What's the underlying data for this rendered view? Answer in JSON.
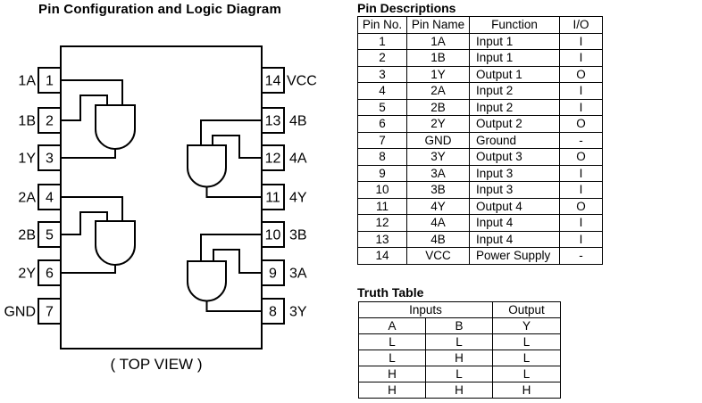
{
  "colors": {
    "ink": "#000000",
    "background": "#ffffff"
  },
  "diagram": {
    "title": "Pin Configuration and Logic Diagram",
    "caption": "( TOP VIEW )",
    "left_pins": [
      {
        "name": "1A",
        "number": "1"
      },
      {
        "name": "1B",
        "number": "2"
      },
      {
        "name": "1Y",
        "number": "3"
      },
      {
        "name": "2A",
        "number": "4"
      },
      {
        "name": "2B",
        "number": "5"
      },
      {
        "name": "2Y",
        "number": "6"
      },
      {
        "name": "GND",
        "number": "7"
      }
    ],
    "right_pins": [
      {
        "name": "VCC",
        "number": "14"
      },
      {
        "name": "4B",
        "number": "13"
      },
      {
        "name": "4A",
        "number": "12"
      },
      {
        "name": "4Y",
        "number": "11"
      },
      {
        "name": "3B",
        "number": "10"
      },
      {
        "name": "3A",
        "number": "9"
      },
      {
        "name": "3Y",
        "number": "8"
      }
    ]
  },
  "pin_descriptions": {
    "title": "Pin Descriptions",
    "headers": {
      "pin_no": "Pin No.",
      "pin_name": "Pin Name",
      "function": "Function",
      "io": "I/O"
    },
    "rows": [
      {
        "no": "1",
        "name": "1A",
        "function": "Input 1",
        "io": "I"
      },
      {
        "no": "2",
        "name": "1B",
        "function": "Input 1",
        "io": "I"
      },
      {
        "no": "3",
        "name": "1Y",
        "function": "Output 1",
        "io": "O"
      },
      {
        "no": "4",
        "name": "2A",
        "function": "Input 2",
        "io": "I"
      },
      {
        "no": "5",
        "name": "2B",
        "function": "Input 2",
        "io": "I"
      },
      {
        "no": "6",
        "name": "2Y",
        "function": "Output 2",
        "io": "O"
      },
      {
        "no": "7",
        "name": "GND",
        "function": "Ground",
        "io": "-"
      },
      {
        "no": "8",
        "name": "3Y",
        "function": "Output 3",
        "io": "O"
      },
      {
        "no": "9",
        "name": "3A",
        "function": "Input 3",
        "io": "I"
      },
      {
        "no": "10",
        "name": "3B",
        "function": "Input 3",
        "io": "I"
      },
      {
        "no": "11",
        "name": "4Y",
        "function": "Output 4",
        "io": "O"
      },
      {
        "no": "12",
        "name": "4A",
        "function": "Input 4",
        "io": "I"
      },
      {
        "no": "13",
        "name": "4B",
        "function": "Input 4",
        "io": "I"
      },
      {
        "no": "14",
        "name": "VCC",
        "function": "Power Supply",
        "io": "-"
      }
    ]
  },
  "truth_table": {
    "title": "Truth Table",
    "inputs_header": "Inputs",
    "output_header": "Output",
    "col_a": "A",
    "col_b": "B",
    "col_y": "Y",
    "rows": [
      {
        "a": "L",
        "b": "L",
        "y": "L"
      },
      {
        "a": "L",
        "b": "H",
        "y": "L"
      },
      {
        "a": "H",
        "b": "L",
        "y": "L"
      },
      {
        "a": "H",
        "b": "H",
        "y": "H"
      }
    ]
  }
}
